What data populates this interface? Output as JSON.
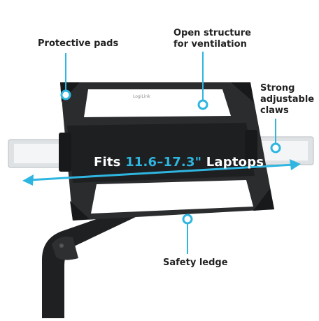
{
  "callouts": {
    "protective_pads": "Protective pads",
    "ventilation_line1": "Open structure",
    "ventilation_line2": "for ventilation",
    "claws_line1": "Strong",
    "claws_line2": "adjustable",
    "claws_line3": "claws",
    "safety_ledge": "Safety ledge"
  },
  "banner": {
    "prefix": "Fits ",
    "range": "11.6–17.3\"",
    "suffix": " Laptops"
  },
  "brand": {
    "logo_text": "LogiLink"
  },
  "colors": {
    "accent": "#2fb6e0",
    "tray": "#2b2c2e",
    "tray_dark": "#1e1f21",
    "claw": "#dcdfe2",
    "arm": "#232426"
  }
}
